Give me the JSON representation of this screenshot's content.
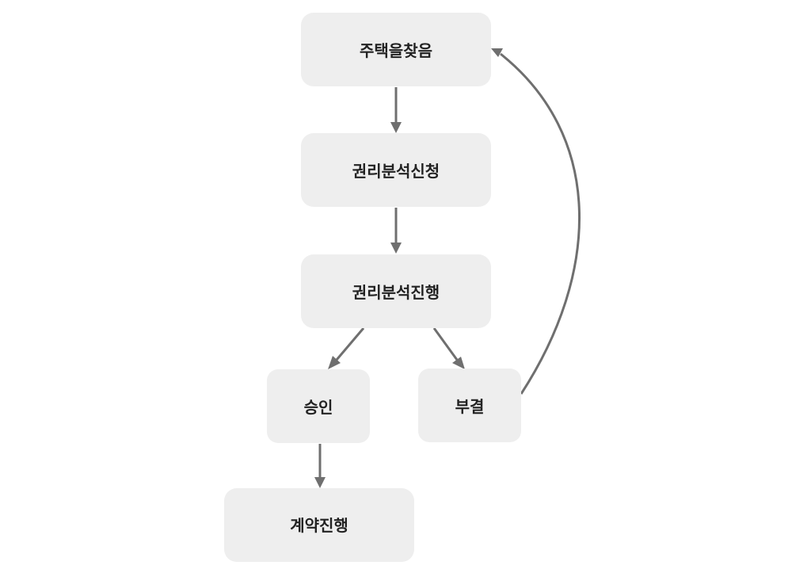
{
  "nodes": {
    "find_house": "주택을찾음",
    "rights_analysis_request": "권리분석신청",
    "rights_analysis_in_progress": "권리분석진행",
    "approval": "승인",
    "rejection": "부결",
    "contract_in_progress": "계약진행"
  }
}
